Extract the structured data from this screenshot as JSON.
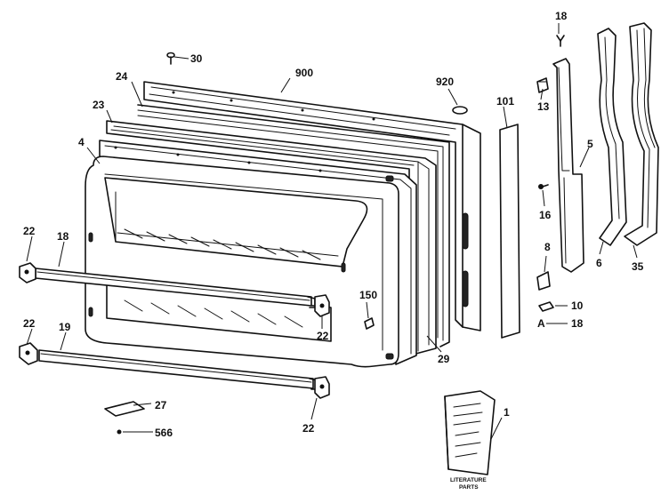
{
  "labels": {
    "p30": "30",
    "p900": "900",
    "p920": "920",
    "p24": "24",
    "p23": "23",
    "p4": "4",
    "p22a": "22",
    "p22b": "22",
    "p22c": "22",
    "p22d": "22",
    "p18": "18",
    "p19": "19",
    "p150": "150",
    "p29": "29",
    "p27": "27",
    "p566": "566",
    "p101": "101",
    "p13": "13",
    "p16": "16",
    "p8": "8",
    "p10": "10",
    "pA": "A",
    "p18b": "18",
    "p18top": "18",
    "p5": "5",
    "p6": "6",
    "p35": "35",
    "p1": "1"
  },
  "booklet_caption": {
    "line1": "LITERATURE",
    "line2": "PARTS"
  }
}
